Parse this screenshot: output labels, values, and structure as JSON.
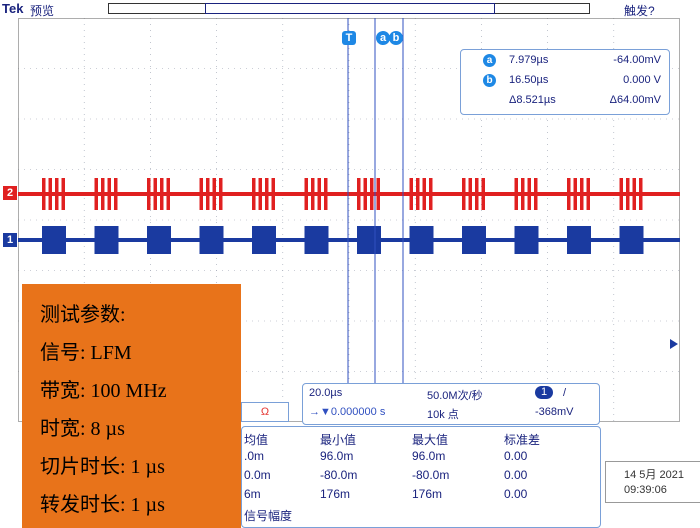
{
  "topbar": {
    "brand": "Tek",
    "mode": "预览",
    "trigger_status": "触发?"
  },
  "markers": {
    "trigger": "T",
    "cursor_a": "a",
    "cursor_b": "b",
    "ch1": "1",
    "ch2": "2"
  },
  "cursors": {
    "a": {
      "label": "a",
      "time": "7.979µs",
      "value": "-64.00mV"
    },
    "b": {
      "label": "b",
      "time": "16.50µs",
      "value": "0.000 V"
    },
    "delta": {
      "time": "Δ8.521µs",
      "value": "Δ64.00mV"
    }
  },
  "params": {
    "title": "测试参数:",
    "signal": "信号: LFM",
    "bandwidth": "带宽: 100 MHz",
    "pulse_width": "时宽: 8 µs",
    "slice_length": "切片时长: 1 µs",
    "forward_length": "转发时长: 1 µs"
  },
  "horizontal": {
    "scale": "20.0µs",
    "sample_rate": "50.0M次/秒",
    "position": "→▼0.000000 s",
    "record_length": "10k 点",
    "trigger_channel": "1",
    "trigger_slope": "/",
    "trigger_level": "-368mV"
  },
  "ch2_indicator": "Ω",
  "measurements": {
    "headers": [
      "均值",
      "最小值",
      "最大值",
      "标准差"
    ],
    "rows": [
      [
        ".0m",
        "96.0m",
        "96.0m",
        "0.00"
      ],
      [
        "0.0m",
        "-80.0m",
        "-80.0m",
        "0.00"
      ],
      [
        "6m",
        "176m",
        "176m",
        "0.00"
      ]
    ],
    "footer": "信号幅度"
  },
  "datetime": {
    "date": "14 5月 2021",
    "time": "09:39:06"
  },
  "colors": {
    "ch1": "#1a3aa0",
    "ch2": "#e02020",
    "panel": "#e8731a",
    "accent": "#1e88e5"
  }
}
